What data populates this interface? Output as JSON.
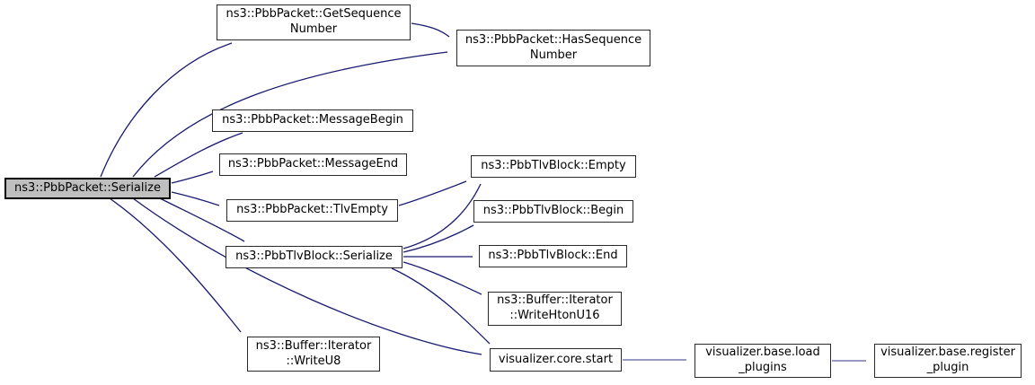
{
  "diagram": {
    "type": "call-graph",
    "background_color": "#ffffff",
    "edge_color": "#191970",
    "edge_color_light": "#5c5ca3",
    "root_fill_color": "#bfbfbf",
    "node_border_color": "#2a2a2a",
    "nodes": {
      "serialize": {
        "label": "ns3::PbbPacket::Serialize"
      },
      "get_sequence_number": {
        "label": "ns3::PbbPacket::GetSequence\nNumber"
      },
      "has_sequence_number": {
        "label": "ns3::PbbPacket::HasSequence\nNumber"
      },
      "message_begin": {
        "label": "ns3::PbbPacket::MessageBegin"
      },
      "message_end": {
        "label": "ns3::PbbPacket::MessageEnd"
      },
      "tlv_empty": {
        "label": "ns3::PbbPacket::TlvEmpty"
      },
      "tlvblock_serialize": {
        "label": "ns3::PbbTlvBlock::Serialize"
      },
      "tlvblock_empty": {
        "label": "ns3::PbbTlvBlock::Empty"
      },
      "tlvblock_begin": {
        "label": "ns3::PbbTlvBlock::Begin"
      },
      "tlvblock_end": {
        "label": "ns3::PbbTlvBlock::End"
      },
      "write_hton_u16": {
        "label": "ns3::Buffer::Iterator\n::WriteHtonU16"
      },
      "write_u8": {
        "label": "ns3::Buffer::Iterator\n::WriteU8"
      },
      "core_start": {
        "label": "visualizer.core.start"
      },
      "load_plugins": {
        "label": "visualizer.base.load\n_plugins"
      },
      "register_plugin": {
        "label": "visualizer.base.register\n_plugin"
      }
    },
    "edges": [
      {
        "from": "serialize",
        "to": "get_sequence_number"
      },
      {
        "from": "serialize",
        "to": "has_sequence_number"
      },
      {
        "from": "get_sequence_number",
        "to": "has_sequence_number"
      },
      {
        "from": "serialize",
        "to": "message_begin"
      },
      {
        "from": "serialize",
        "to": "message_end"
      },
      {
        "from": "serialize",
        "to": "tlv_empty"
      },
      {
        "from": "serialize",
        "to": "tlvblock_serialize"
      },
      {
        "from": "serialize",
        "to": "core_start"
      },
      {
        "from": "serialize",
        "to": "write_u8"
      },
      {
        "from": "tlv_empty",
        "to": "tlvblock_empty"
      },
      {
        "from": "tlvblock_serialize",
        "to": "tlvblock_empty"
      },
      {
        "from": "tlvblock_serialize",
        "to": "tlvblock_begin"
      },
      {
        "from": "tlvblock_serialize",
        "to": "tlvblock_end"
      },
      {
        "from": "tlvblock_serialize",
        "to": "write_hton_u16"
      },
      {
        "from": "tlvblock_serialize",
        "to": "core_start"
      },
      {
        "from": "core_start",
        "to": "load_plugins"
      },
      {
        "from": "load_plugins",
        "to": "register_plugin"
      }
    ]
  }
}
